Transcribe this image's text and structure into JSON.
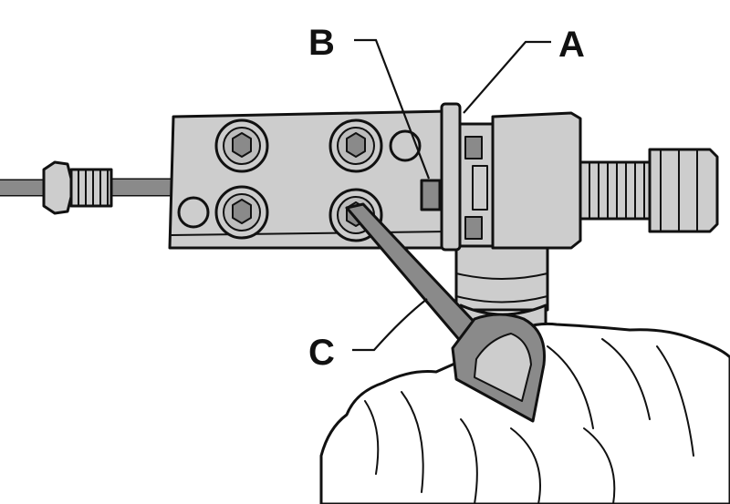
{
  "callouts": {
    "a": "A",
    "b": "B",
    "c": "C"
  },
  "colors": {
    "body_gray": "#cdcdcd",
    "dark_gray": "#8a8a8a",
    "line": "#111111",
    "background": "#ffffff"
  }
}
